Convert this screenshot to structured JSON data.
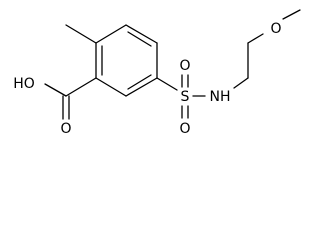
{
  "molecule": {
    "atoms": {
      "hydroxyl": "HO",
      "carbonyl_oxygen": "O",
      "sulfur": "S",
      "sulfonyl_oxygen_top": "O",
      "sulfonyl_oxygen_bottom": "O",
      "amine": "NH",
      "ether_oxygen": "O"
    }
  },
  "colors": {
    "bond": "#000000",
    "label": "#000000",
    "background": "#ffffff"
  }
}
